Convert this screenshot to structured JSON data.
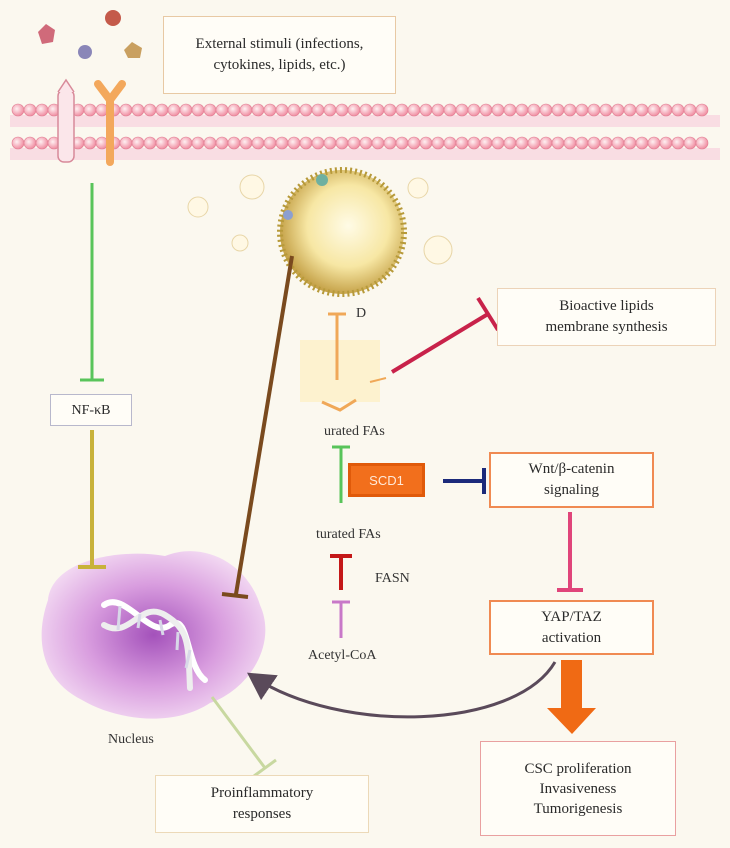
{
  "labels": {
    "external_stimuli": "External stimuli (infections,\ncytokines, lipids, etc.)",
    "bioactive_lipids": "Bioactive lipids\nmembrane synthesis",
    "nfkb": "NF-κB",
    "ld": "D",
    "saturated_fas": "urated FAs",
    "scd1": "SCD1",
    "unsaturated_fas": "turated FAs",
    "fasn": "FASN",
    "acetyl_coa": "Acetyl-CoA",
    "wnt": "Wnt/β-catenin\nsignaling",
    "yap_taz": "YAP/TAZ\nactivation",
    "csc": "CSC proliferation\nInvasiveness\nTumorigenesis",
    "proinflammatory": "Proinflammatory\nresponses",
    "nucleus": "Nucleus"
  },
  "colors": {
    "membrane": "#f4a6b4",
    "receptor": "#f3a85c",
    "nfkb_inhibit": "#58c45a",
    "nfkb_to_nucleus": "#c8b23a",
    "ld_to_nucleus": "#7a4a1e",
    "red_inhibit": "#c8224a",
    "scd1": "#f26f1c",
    "navy": "#1b2a7a",
    "pink": "#e0457a",
    "orange_arrow": "#f06a14",
    "nucleus": "#c77dd6"
  }
}
